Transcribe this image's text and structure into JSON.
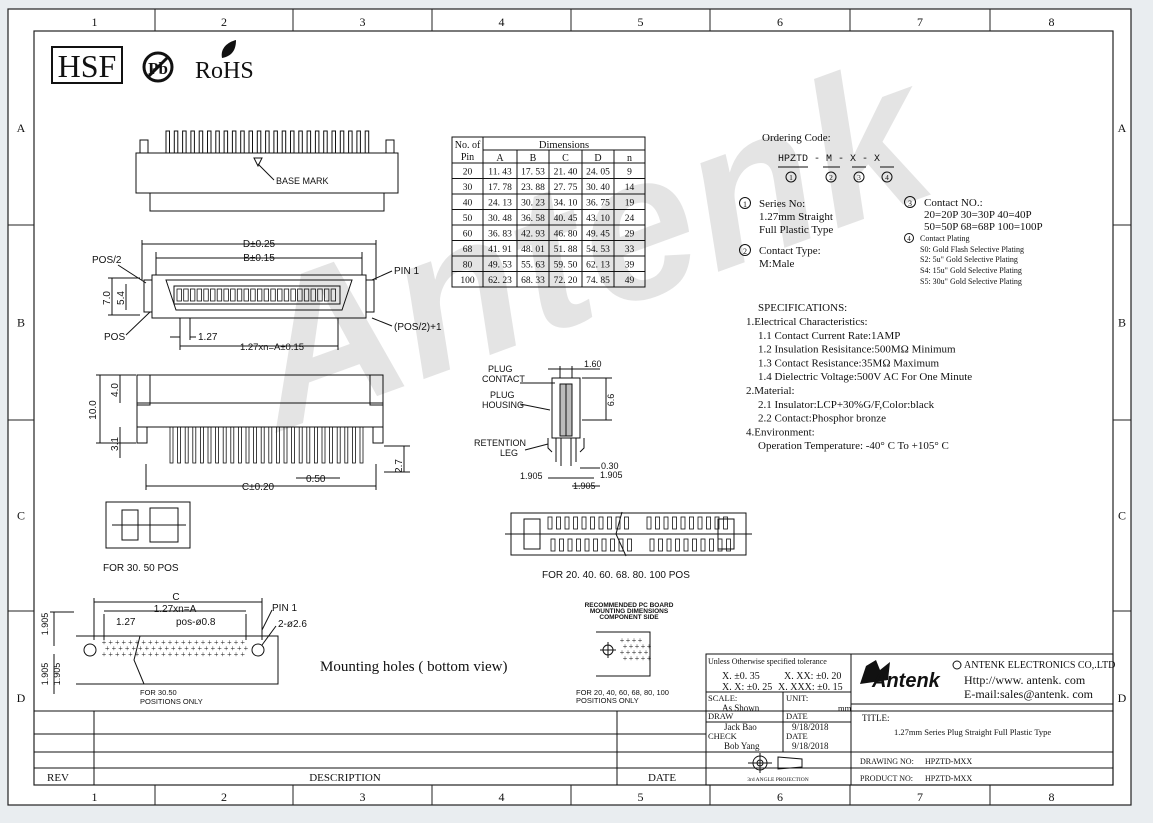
{
  "grid": {
    "cols": [
      "1",
      "2",
      "3",
      "4",
      "5",
      "6",
      "7",
      "8"
    ],
    "rows": [
      "A",
      "B",
      "C",
      "D"
    ]
  },
  "logos": {
    "hsf": "HSF",
    "pb": "Pb",
    "rohs": "RoHS"
  },
  "watermark": "Antenk",
  "table": {
    "header1": "No. of",
    "header2": "Pin",
    "dims_label": "Dimensions",
    "cols": [
      "A",
      "B",
      "C",
      "D",
      "n"
    ],
    "rows": [
      [
        "20",
        "11. 43",
        "17. 53",
        "21. 40",
        "24. 05",
        "9"
      ],
      [
        "30",
        "17. 78",
        "23. 88",
        "27. 75",
        "30. 40",
        "14"
      ],
      [
        "40",
        "24. 13",
        "30. 23",
        "34. 10",
        "36. 75",
        "19"
      ],
      [
        "50",
        "30. 48",
        "36. 58",
        "40. 45",
        "43. 10",
        "24"
      ],
      [
        "60",
        "36. 83",
        "42. 93",
        "46. 80",
        "49. 45",
        "29"
      ],
      [
        "68",
        "41. 91",
        "48. 01",
        "51. 88",
        "54. 53",
        "33"
      ],
      [
        "80",
        "49. 53",
        "55. 63",
        "59. 50",
        "62. 13",
        "39"
      ],
      [
        "100",
        "62. 23",
        "68. 33",
        "72. 20",
        "74. 85",
        "49"
      ]
    ]
  },
  "ordering": {
    "title": "Ordering Code:",
    "code": "HPZTD - M - X - X",
    "marks": [
      "1",
      "2",
      "3",
      "4"
    ],
    "series_title": "Series No:",
    "series_lines": [
      "1.27mm Straight",
      "Full Plastic Type"
    ],
    "contact_type_title": "Contact Type:",
    "contact_type_value": "M:Male",
    "contact_no_title": "Contact NO.:",
    "contact_no_lines": [
      "20=20P 30=30P 40=40P",
      "50=50P 68=68P 100=100P"
    ],
    "plating_title": "Contact Plating",
    "plating_lines": [
      "S0: Gold Flash Selective Plating",
      "S2: 5u\" Gold Selective Plating",
      "S4: 15u\" Gold Selective Plating",
      "S5: 30u\" Gold Selective Plating"
    ]
  },
  "specs": {
    "title": "SPECIFICATIONS:",
    "lines": [
      "1.Electrical Characteristics:",
      "1.1 Contact Current Rate:1AMP",
      "1.2 Insulation Resisitance:500MΩ Minimum",
      "1.3 Contact Resistance:35MΩ Maximum",
      "1.4 Dielectric Voltage:500V AC For One Minute",
      "2.Material:",
      "2.1 Insulator:LCP+30%G/F,Color:black",
      "2.2 Contact:Phosphor bronze",
      "4.Environment:",
      "Operation Temperature: -40° C To +105° C"
    ]
  },
  "labels": {
    "base_mark": "BASE MARK",
    "d": "D±0.25",
    "b": "B±0.15",
    "pos2": "POS/2",
    "pin1": "PIN 1",
    "pos": "POS",
    "pos21": "(POS/2)+1",
    "dim127": "1.27",
    "dim127xn": "1.27xn=A±0.15",
    "dim70": "7.0",
    "dim54": "5.4",
    "dim40": "4.0",
    "dim100": "10.0",
    "dim31": "3.1",
    "dim27": "2.7",
    "dim050": "0.50",
    "c": "C±0.20",
    "plug_contact": [
      "PLUG",
      "CONTACT"
    ],
    "plug_housing": [
      "PLUG",
      "HOUSING"
    ],
    "retention": [
      "RETENTION",
      "LEG"
    ],
    "dim160": "1.60",
    "dim66": "6.6",
    "dim030": "0.30",
    "dim1905": "1.905",
    "for3050": "FOR 30. 50 POS",
    "for20": "FOR 20. 40. 60. 68. 80. 100 POS",
    "c_plain": "C",
    "dim127xna": "1.27xn=A",
    "pin1b": "PIN 1",
    "dim127b": "1.27",
    "pos08": "pos-ø0.8",
    "hole26": "2-ø2.6",
    "mounting": "Mounting holes ( bottom view)",
    "for3050b": [
      "FOR 30.50",
      "POSITIONS ONLY"
    ],
    "recommended": [
      "RECOMMENDED PC BOARD",
      "MOUNTING DIMENSIONS",
      "COMPONENT SIDE"
    ],
    "for20b": [
      "FOR 20, 40, 60, 68, 80, 100",
      "POSITIONS ONLY"
    ]
  },
  "titleblock": {
    "tol_title": "Unless Otherwise specified tolerance",
    "tol1a": "X. ±0. 35",
    "tol1b": "X. XX: ±0. 20",
    "tol2a": "X. X: ±0. 25",
    "tol2b": "X. XXX: ±0. 15",
    "scale_label": "SCALE:",
    "scale_value": "As Shown",
    "unit_label": "UNIT:",
    "unit_value": "mm",
    "draw_label": "DRAW",
    "draw_value": "Jack Bao",
    "date_label": "DATE",
    "date_value": "9/18/2018",
    "check_label": "CHECK",
    "check_value": "Bob Yang",
    "date_label2": "DATE",
    "date_value2": "9/18/2018",
    "projection": "3rd ANGLE PROJECTION",
    "company": "ANTENK ELECTRONICS CO,.LTD",
    "http": "Http://www. antenk. com",
    "email": "E-mail:sales@antenk. com",
    "brand": "Antenk",
    "title_label": "TITLE:",
    "title_value": "1.27mm Series Plug Straight Full Plastic Type",
    "drawing_label": "DRAWING NO:",
    "drawing_value": "HPZTD-MXX",
    "product_label": "PRODUCT NO:",
    "product_value": "HPZTD-MXX",
    "rev": "REV",
    "description": "DESCRIPTION",
    "date": "DATE"
  }
}
